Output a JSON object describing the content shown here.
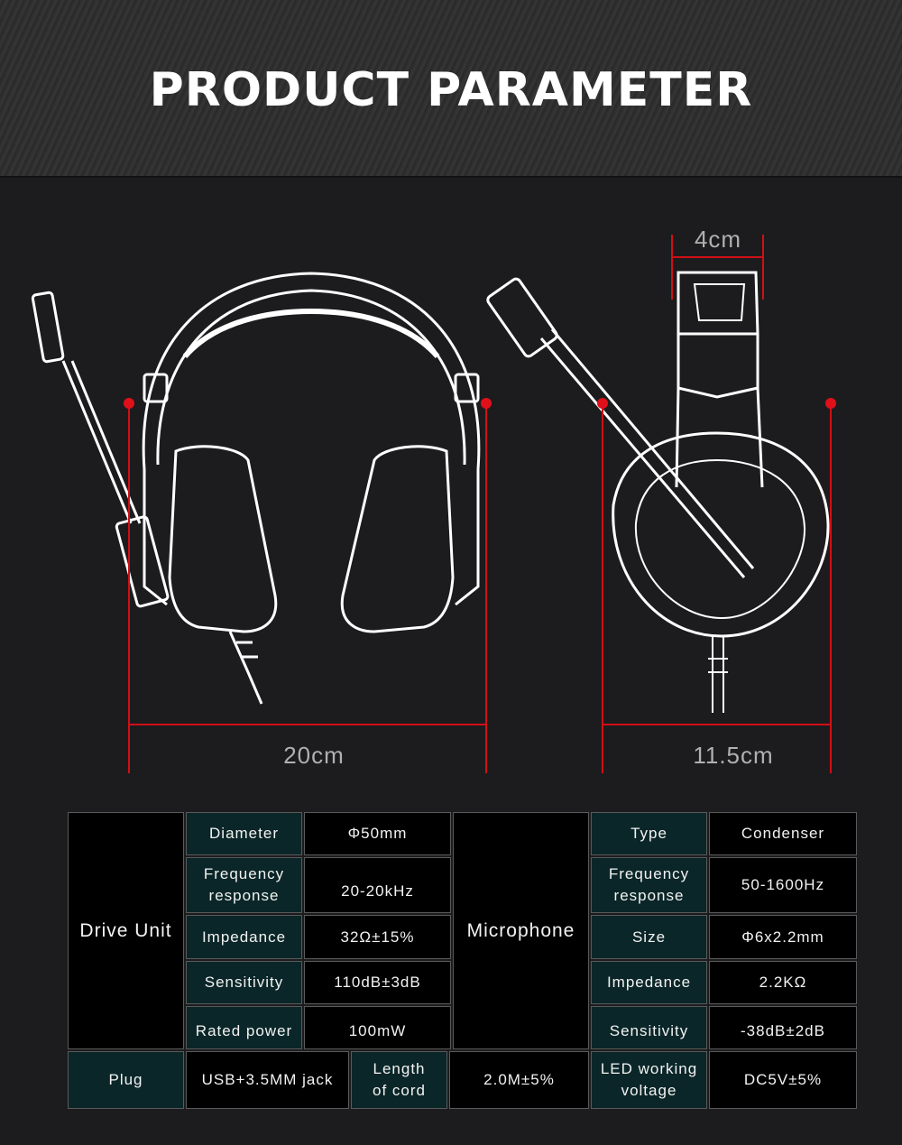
{
  "header": {
    "title": "PRODUCT PARAMETER"
  },
  "dimensions": {
    "width_front": "20cm",
    "width_side": "11.5cm",
    "headband_width": "4cm"
  },
  "colors": {
    "accent": "#d10f16",
    "key_cell": "#0b2628",
    "value_cell": "#000000"
  },
  "table": {
    "drive_unit": {
      "label": "Drive Unit",
      "rows": [
        {
          "key": "Diameter",
          "value": "Φ50mm"
        },
        {
          "key": "Frequency response",
          "value": "20-20kHz"
        },
        {
          "key": "Impedance",
          "value": "32Ω±15%"
        },
        {
          "key": "Sensitivity",
          "value": "110dB±3dB"
        },
        {
          "key": "Rated power",
          "value": "100mW"
        }
      ]
    },
    "microphone": {
      "label": "Microphone",
      "rows": [
        {
          "key": "Type",
          "value": "Condenser"
        },
        {
          "key": "Frequency response",
          "value": "50-1600Hz"
        },
        {
          "key": "Size",
          "value": "Φ6x2.2mm"
        },
        {
          "key": "Impedance",
          "value": "2.2KΩ"
        },
        {
          "key": "Sensitivity",
          "value": "-38dB±2dB"
        }
      ]
    },
    "bottom": {
      "plug_key": "Plug",
      "plug_value": "USB+3.5MM jack",
      "cord_key": "Length of cord",
      "cord_value": "2.0M±5%",
      "led_key": "LED working voltage",
      "led_value": "DC5V±5%"
    }
  }
}
